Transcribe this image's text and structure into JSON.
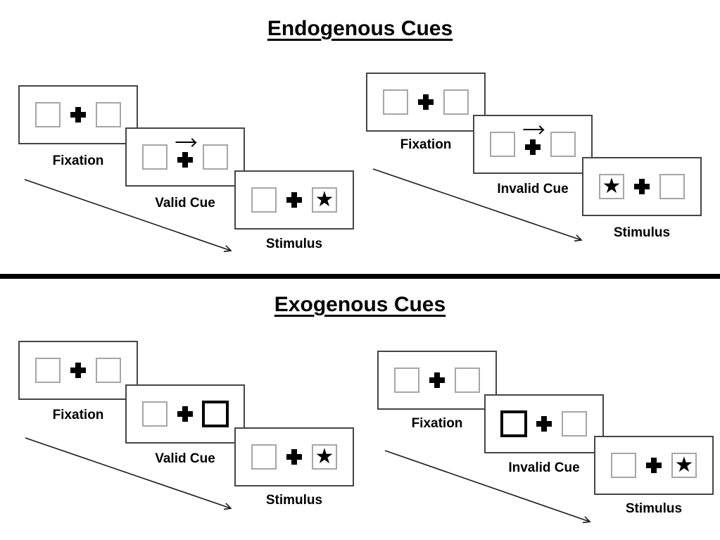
{
  "sections": {
    "endogenous": {
      "title": "Endogenous Cues",
      "trials": {
        "valid": {
          "frames": {
            "fixation": "Fixation",
            "cue": "Valid Cue",
            "stimulus": "Stimulus"
          },
          "cue_icon": "right-arrow-above-fixation-cross",
          "target_side": "right"
        },
        "invalid": {
          "frames": {
            "fixation": "Fixation",
            "cue": "Invalid Cue",
            "stimulus": "Stimulus"
          },
          "cue_icon": "right-arrow-above-fixation-cross",
          "target_side": "left"
        }
      }
    },
    "exogenous": {
      "title": "Exogenous Cues",
      "trials": {
        "valid": {
          "frames": {
            "fixation": "Fixation",
            "cue": "Valid Cue",
            "stimulus": "Stimulus"
          },
          "cue_icon": "highlighted-box-right",
          "target_side": "right"
        },
        "invalid": {
          "frames": {
            "fixation": "Fixation",
            "cue": "Invalid Cue",
            "stimulus": "Stimulus"
          },
          "cue_icon": "highlighted-box-left",
          "target_side": "right"
        }
      }
    }
  },
  "glyphs": {
    "star": "★",
    "cue_arrow_right": "→",
    "fixation_cross": "+"
  },
  "colors": {
    "ink": "#000000",
    "panel_border": "#454545",
    "placeholder_box_border": "#a6a6a6",
    "background": "#ffffff"
  }
}
